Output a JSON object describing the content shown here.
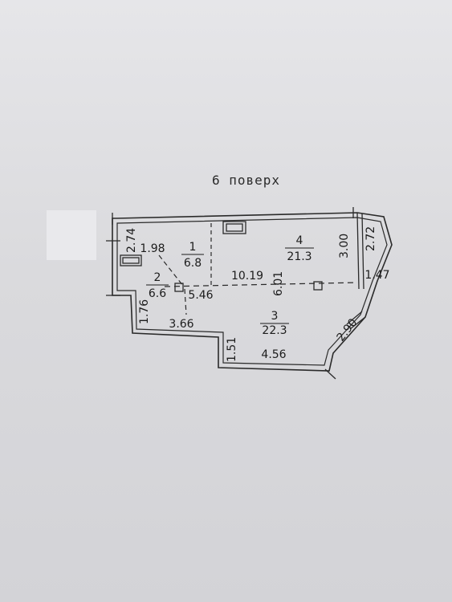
{
  "floor_title": "6 поверх",
  "rooms": [
    {
      "number": "1",
      "area": "6.8"
    },
    {
      "number": "2",
      "area": "6.6"
    },
    {
      "number": "3",
      "area": "22.3"
    },
    {
      "number": "4",
      "area": "21.3"
    }
  ],
  "dimensions": {
    "d_1_98": "1.98",
    "d_10_19": "10.19",
    "d_5_46": "5.46",
    "d_6_01": "6.01",
    "d_3_00": "3.00",
    "d_2_72": "2.72",
    "d_1_47": "1.47",
    "d_1_76": "1.76",
    "d_3_66": "3.66",
    "d_1_51": "1.51",
    "d_4_56": "4.56",
    "d_2_90": "2.90",
    "d_2_74": "2.74"
  }
}
